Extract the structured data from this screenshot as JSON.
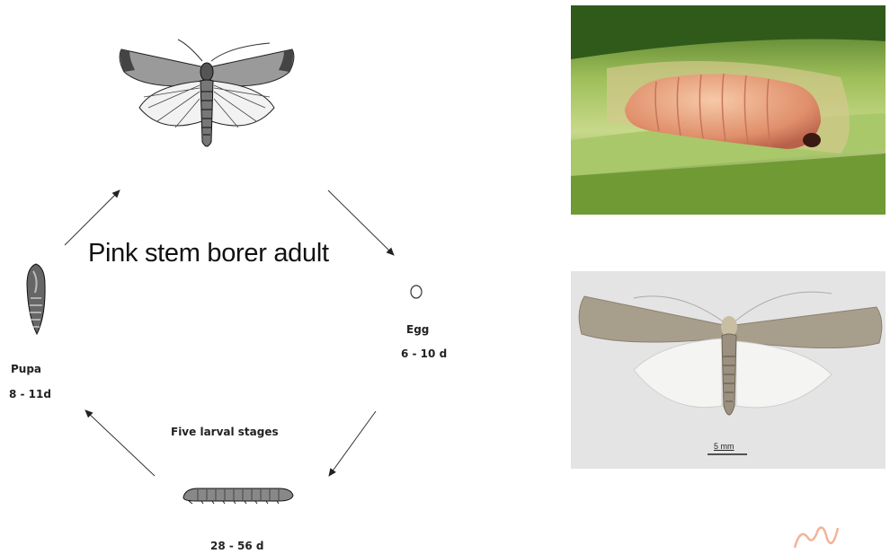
{
  "title": "Pink stem borer adult",
  "stages": {
    "egg": {
      "name": "Egg",
      "duration": "6 - 10 d"
    },
    "larva": {
      "name": "Five larval stages",
      "duration": "28 - 56 d"
    },
    "pupa": {
      "name": "Pupa",
      "duration": "8 - 11d"
    }
  },
  "scale_bar": "5 mm",
  "colors": {
    "arrow": "#333333",
    "larva_photo": "#e8a27e",
    "leaf": "#7fa63a"
  }
}
